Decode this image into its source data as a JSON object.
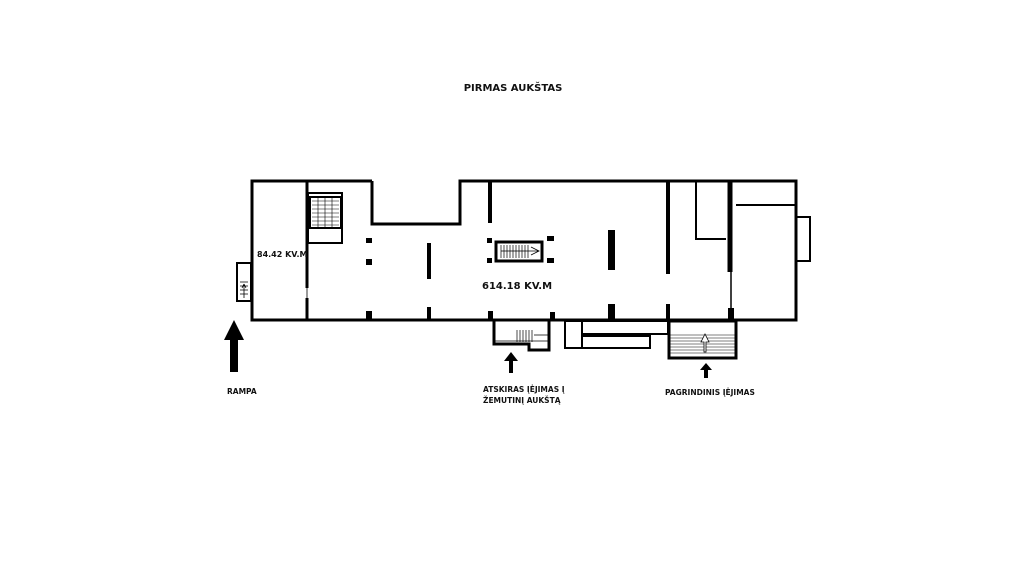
{
  "title": "PIRMAS AUKŠTAS",
  "rooms": [
    {
      "name": "small-room",
      "area": "84.42 KV.M"
    },
    {
      "name": "main-room",
      "area": "614.18 KV.M"
    }
  ],
  "entrances": {
    "ramp": "RAMPA",
    "separate_line1": "ATSKIRAS ĮĖJIMAS Į",
    "separate_line2": "ŽEMUTINĮ AUKŠTĄ",
    "main": "PAGRINDINIS ĮĖJIMAS"
  },
  "colors": {
    "wall": "#000000",
    "background": "#ffffff"
  }
}
